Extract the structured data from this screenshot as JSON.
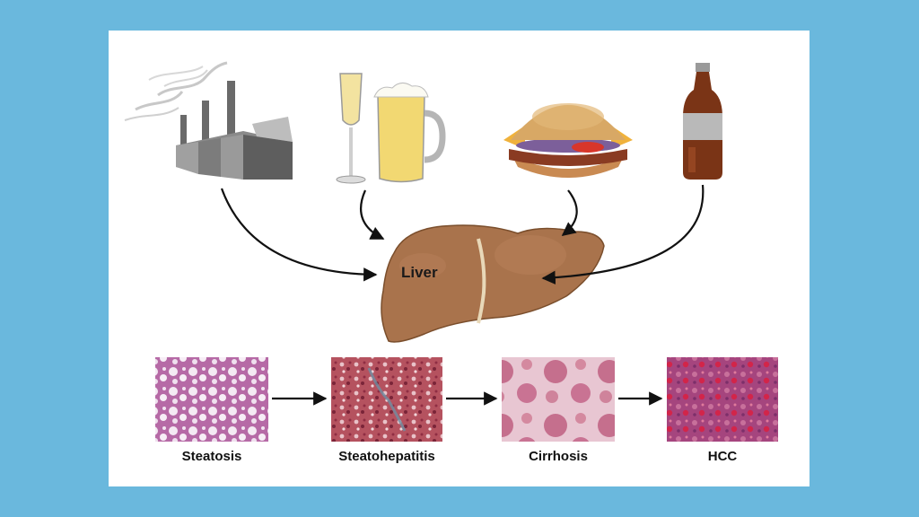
{
  "diagram": {
    "center_label": "Liver",
    "stages": [
      {
        "label": "Steatosis"
      },
      {
        "label": "Steatohepatitis"
      },
      {
        "label": "Cirrhosis"
      },
      {
        "label": "HCC"
      }
    ],
    "risk_factor_icons": [
      "factory-icon",
      "alcohol-glasses-icon",
      "burger-icon",
      "soda-bottle-icon"
    ]
  },
  "colors": {
    "background": "#6ab8dd",
    "panel": "#ffffff",
    "liver": "#a9734c",
    "arrow": "#111111"
  }
}
